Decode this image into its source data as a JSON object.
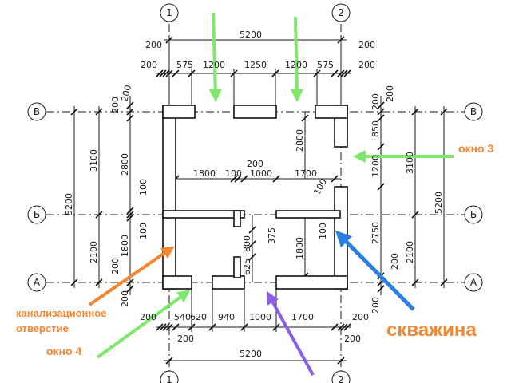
{
  "title": "Floor plan with dimensions",
  "axes": {
    "vertical": [
      "1",
      "2"
    ],
    "horizontal": [
      "В",
      "Б",
      "А"
    ]
  },
  "dimensions": {
    "top_overall": "5200",
    "top_chain": [
      "200",
      "575",
      "1200",
      "1250",
      "1200",
      "575",
      "200"
    ],
    "top_left_200": "200",
    "top_right_200": "200",
    "bottom_overall": "5200",
    "bottom_chain": [
      "200",
      "540",
      "620",
      "940",
      "1000",
      "1700",
      "200"
    ],
    "bottom_left_200": "200",
    "bottom_right_200": "200",
    "left_overall": "5200",
    "left_mid": [
      "3100",
      "2100"
    ],
    "left_inner": [
      "2800",
      "1800"
    ],
    "left_small": [
      "200",
      "200",
      "100",
      "100",
      "200",
      "200"
    ],
    "right_overall": "5200",
    "right_mid": [
      "3100",
      "2100"
    ],
    "right_inner": [
      "200",
      "850",
      "1200",
      "2750",
      "200"
    ],
    "right_small": [
      "200",
      "200"
    ],
    "inner_chain": [
      "1800",
      "100",
      "200",
      "1000",
      "1700"
    ],
    "inner_vertical": [
      "2800",
      "1800",
      "375",
      "800",
      "625",
      "100",
      "100"
    ]
  },
  "annotations": {
    "sewer_hole": "канализационное отверстие",
    "sewer_hole_line1": "канализационное",
    "sewer_hole_line2": "отверстие",
    "window4": "окно 4",
    "window3": "окно 3",
    "well": "скважина"
  },
  "colors": {
    "label_orange": "#f5862f",
    "arrow_green": "#7ee86a",
    "arrow_orange": "#f5862f",
    "arrow_blue": "#2a7de1",
    "arrow_purple": "#8c5cf0"
  }
}
